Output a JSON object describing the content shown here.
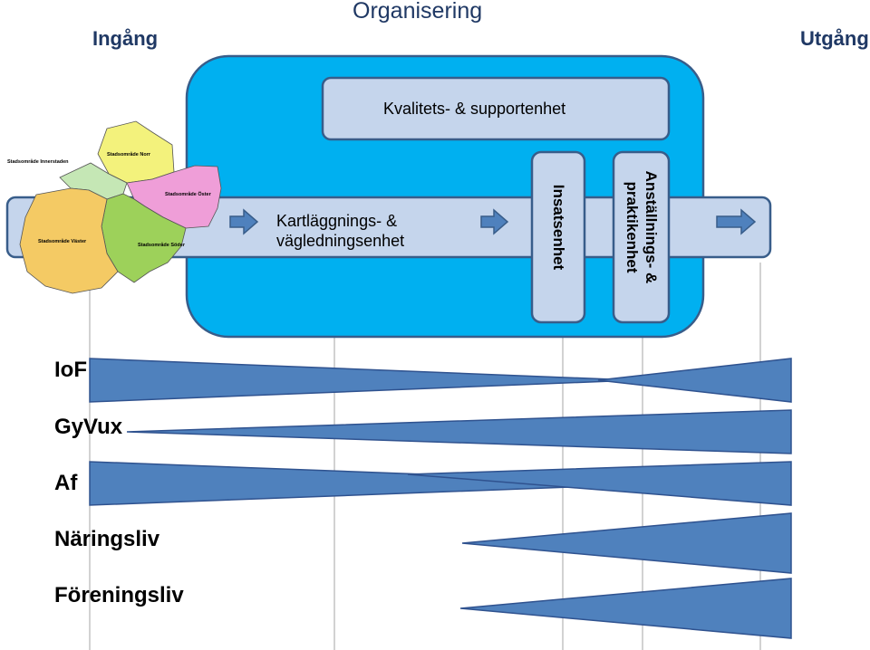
{
  "header": {
    "title": "Organisering",
    "input_label": "Ingång",
    "output_label": "Utgång"
  },
  "units": {
    "quality": "Kvalitets- & supportenhet",
    "mapping_line1": "Kartläggnings- &",
    "mapping_line2": "vägledningsenhet",
    "intervention": "Insatsenhet",
    "employment_line1": "Anställnings- &",
    "employment_line2": "praktikenhet"
  },
  "districts": {
    "innerstaden": "Stadsområde Innerstaden",
    "norr": "Stadsområde Norr",
    "oster": "Stadsområde Öster",
    "vaster": "Stadsområde Väster",
    "soder": "Stadsområde Söder"
  },
  "actors": [
    "IoF",
    "GyVux",
    "Af",
    "Näringsliv",
    "Föreningsliv"
  ],
  "colors": {
    "outer_box": "#00b0f0",
    "unit_fill": "#c5d5ec",
    "arrow": "#4f81bd",
    "wedge": "#4f81bd",
    "title_text": "#1f3864"
  }
}
